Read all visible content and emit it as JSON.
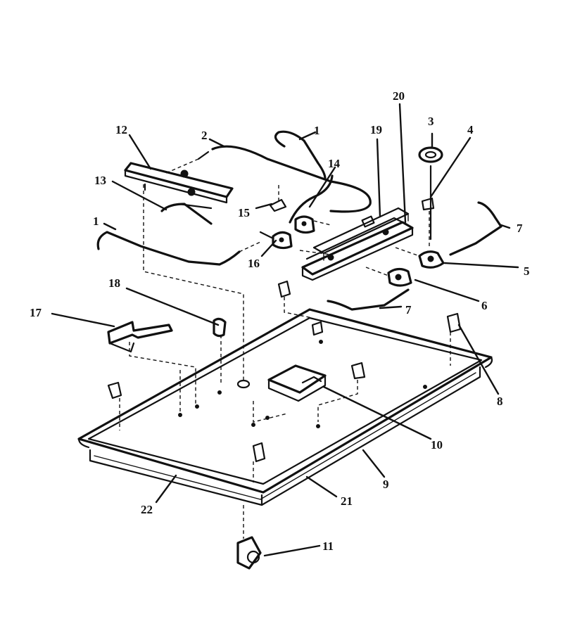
{
  "callouts": {
    "c1a": "1",
    "c1b": "1",
    "c2": "2",
    "c3": "3",
    "c4": "4",
    "c5": "5",
    "c6": "6",
    "c7a": "7",
    "c7b": "7",
    "c8": "8",
    "c9": "9",
    "c10": "10",
    "c11": "11",
    "c12": "12",
    "c13": "13",
    "c14": "14",
    "c15": "15",
    "c16": "16",
    "c17": "17",
    "c18": "18",
    "c19": "19",
    "c20": "20",
    "c21": "21",
    "c22": "22"
  },
  "colors": {
    "ink": "#111111",
    "paper": "#ffffff"
  }
}
